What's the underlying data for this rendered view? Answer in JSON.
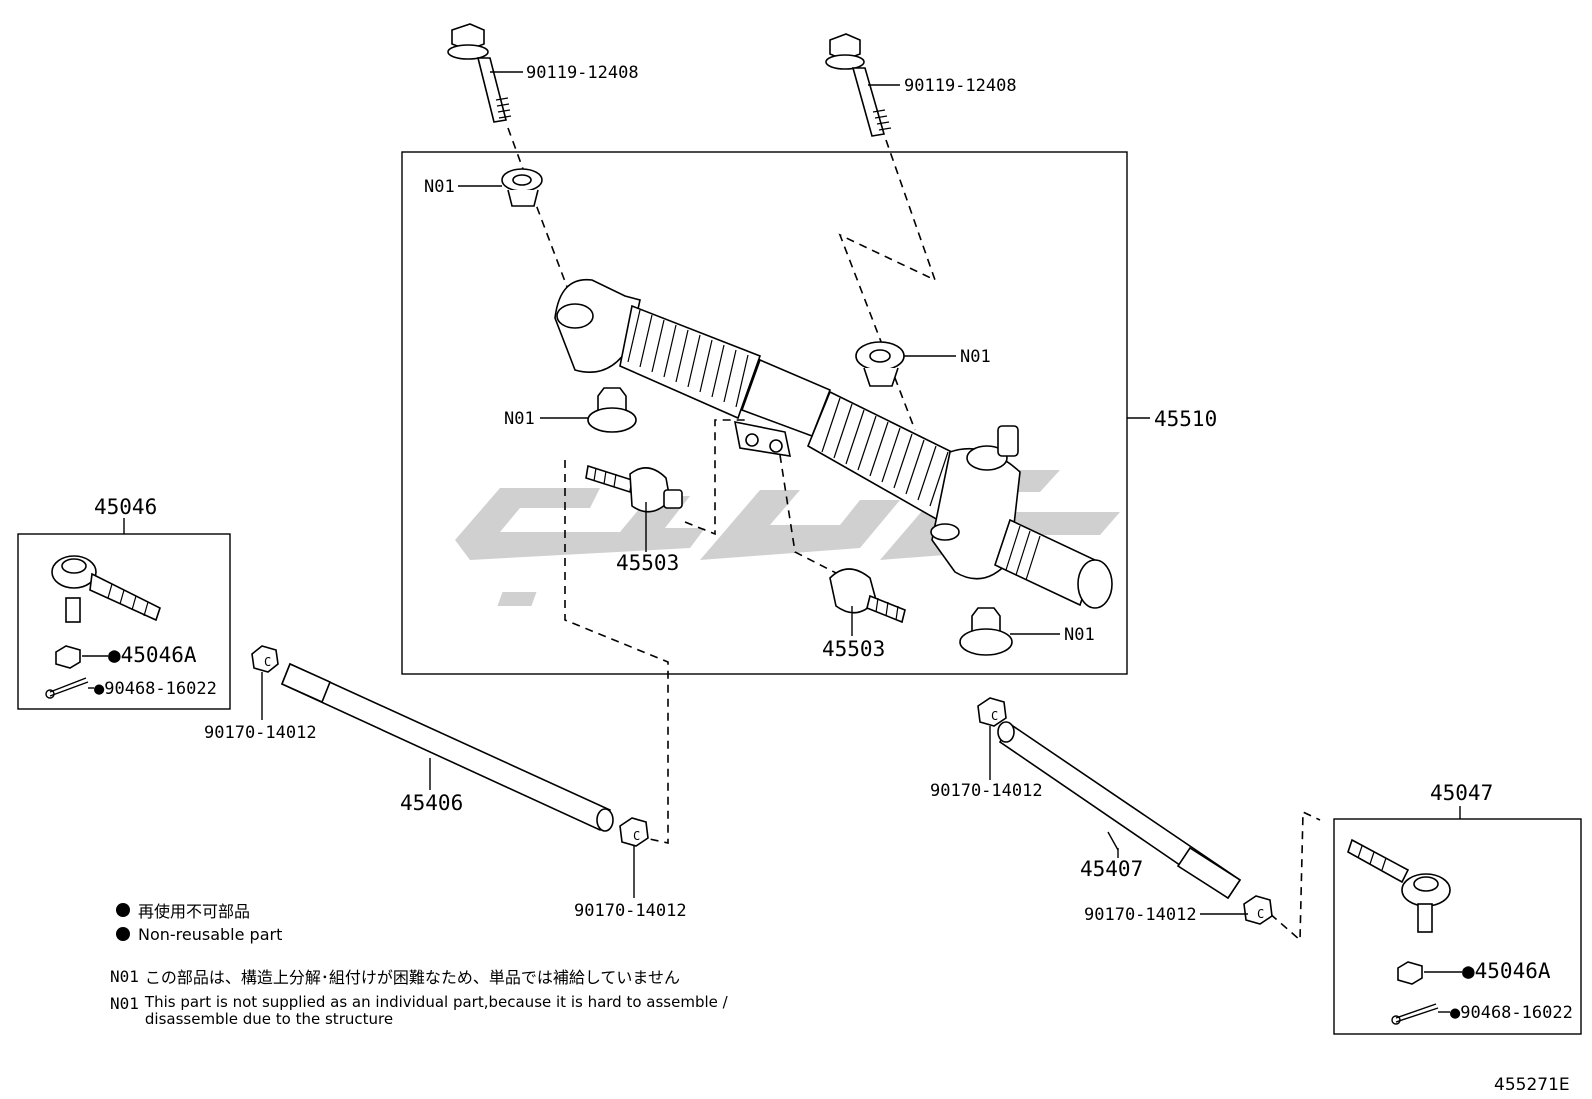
{
  "labels": {
    "bolt_left": "90119-12408",
    "bolt_right": "90119-12408",
    "n01_a": "N01",
    "n01_b": "N01",
    "n01_c": "N01",
    "n01_d": "N01",
    "gear_assy": "45510",
    "tie_rod_end_left": "45046",
    "nut_left": "●45046A",
    "pin_left": "●90468-16022",
    "valve_left": "45503",
    "valve_right": "45503",
    "nut_a": "90170-14012",
    "rod_left": "45406",
    "nut_b": "90170-14012",
    "nut_c": "90170-14012",
    "rod_right": "45407",
    "nut_d": "90170-14012",
    "tie_rod_end_right": "45047",
    "nut_right": "●45046A",
    "pin_right": "●90468-16022",
    "diagram_id": "455271E"
  },
  "legend": {
    "jp": "再使用不可部品",
    "en": "Non-reusable part"
  },
  "notes": {
    "code1": "N01",
    "jp": "この部品は、構造上分解･組付けが困難なため、単品では補給していません",
    "code2": "N01",
    "en_line1": "This part is not supplied as an individual part,because it is hard to assemble /",
    "en_line2": "disassemble due to the structure"
  },
  "colors": {
    "watermark": "#c8c8c8"
  }
}
